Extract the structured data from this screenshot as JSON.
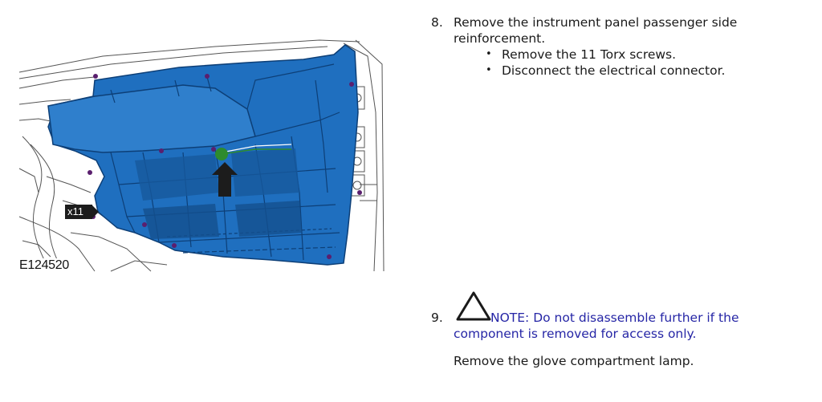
{
  "figure": {
    "id_label": "E124520",
    "callout_label": "x11",
    "colors": {
      "component": "#1f6fbf",
      "component_dark": "#0d3f77",
      "connector": "#2e8b2e",
      "screw": "#5a1f6e"
    }
  },
  "steps": [
    {
      "number": "8.",
      "text": "Remove the instrument panel passenger side reinforcement.",
      "bullets": [
        "Remove the 11 Torx screws.",
        "Disconnect the electrical connector."
      ]
    },
    {
      "number": "9.",
      "note": "NOTE: Do not disassemble further if the component is removed for access only.",
      "note_color": "#2626a6",
      "icon": "warning-triangle-icon",
      "action": "Remove the glove compartment lamp."
    }
  ]
}
